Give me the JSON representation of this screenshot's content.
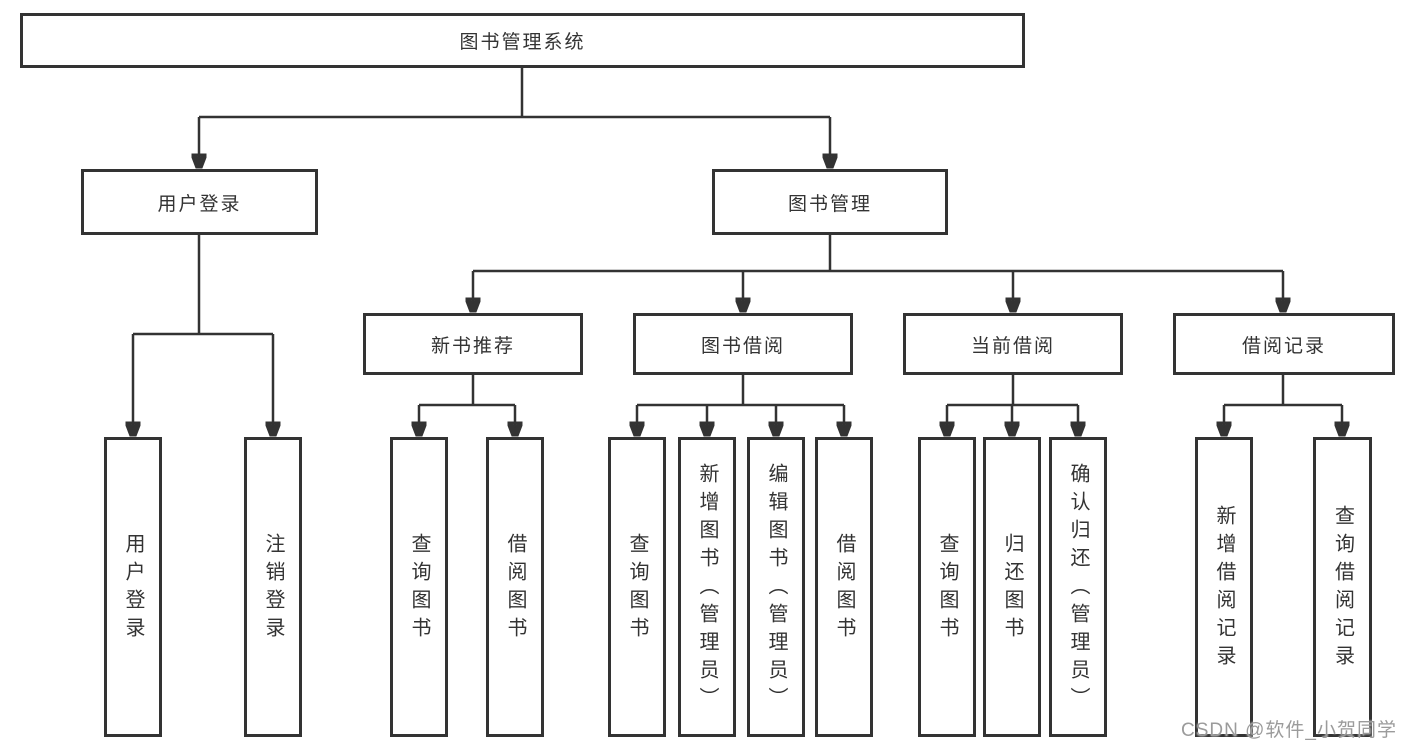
{
  "tree": {
    "label": "图书管理系统",
    "children": [
      {
        "label": "用户登录",
        "children": [
          {
            "label": "用户登录"
          },
          {
            "label": "注销登录"
          }
        ]
      },
      {
        "label": "图书管理",
        "children": [
          {
            "label": "新书推荐",
            "children": [
              {
                "label": "查询图书"
              },
              {
                "label": "借阅图书"
              }
            ]
          },
          {
            "label": "图书借阅",
            "children": [
              {
                "label": "查询图书"
              },
              {
                "label": "新增图书（管理员）"
              },
              {
                "label": "编辑图书（管理员）"
              },
              {
                "label": "借阅图书"
              }
            ]
          },
          {
            "label": "当前借阅",
            "children": [
              {
                "label": "查询图书"
              },
              {
                "label": "归还图书"
              },
              {
                "label": "确认归还（管理员）"
              }
            ]
          },
          {
            "label": "借阅记录",
            "children": [
              {
                "label": "新增借阅记录"
              },
              {
                "label": "查询借阅记录"
              }
            ]
          }
        ]
      }
    ]
  },
  "watermark": "CSDN @软件_小贺同学",
  "colors": {
    "line": "#333333",
    "box_border": "#333333",
    "box_fill": "#ffffff",
    "text": "#333333",
    "watermark": "#9b9b9b",
    "background": "#ffffff"
  }
}
